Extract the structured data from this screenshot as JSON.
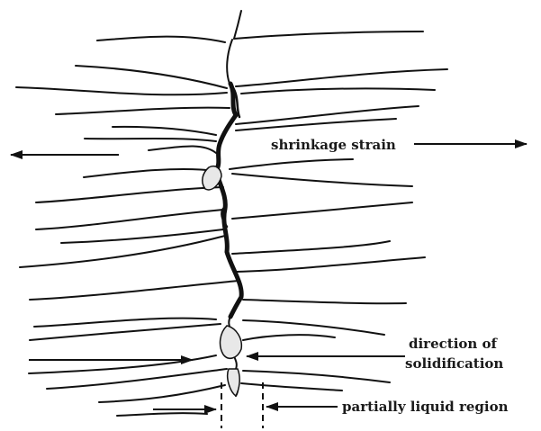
{
  "labels": {
    "shrinkage": "shrinkage strain",
    "direction_line1": "direction of",
    "direction_line2": "solidification",
    "partial": "partially liquid region"
  }
}
